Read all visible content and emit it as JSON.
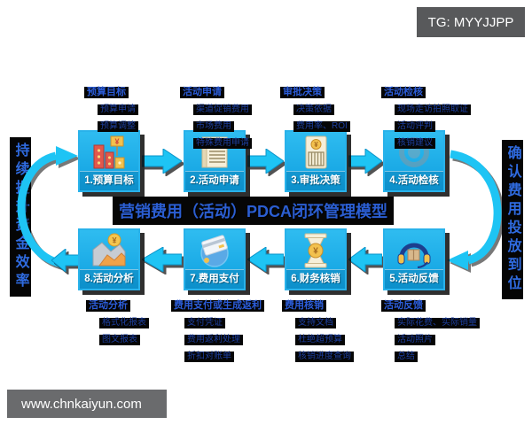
{
  "badges": {
    "tg": "TG: MYYJJPP",
    "site": "www.chnkaiyun.com"
  },
  "title": "营销费用（活动）PDCA闭环管理模型",
  "side_labels": {
    "left": "持续提升资金效率",
    "right": "确认费用投放到位"
  },
  "colors": {
    "box_fill": "#14aae6",
    "arrow": "#1ec4f4",
    "arrow_edge": "#0a93c9",
    "title_text": "#2b5ed2",
    "annotation_heading": "#2b5cd8",
    "annotation_item": "#1d3f9f",
    "side_text": "#2f6be0",
    "tg_badge_bg": "#58595b",
    "site_badge_bg": "#6a6b6d"
  },
  "steps": {
    "s1": {
      "label": "1.预算目标",
      "icon": "budget-bars-icon"
    },
    "s2": {
      "label": "2.活动申请",
      "icon": "application-document-icon"
    },
    "s3": {
      "label": "3.审批决策",
      "icon": "approval-ledger-icon"
    },
    "s4": {
      "label": "4.活动检核",
      "icon": "check-ring-icon"
    },
    "s5": {
      "label": "5.活动反馈",
      "icon": "headphones-feedback-icon"
    },
    "s6": {
      "label": "6.财务核销",
      "icon": "hourglass-finance-icon"
    },
    "s7": {
      "label": "7.费用支付",
      "icon": "credit-card-payment-icon"
    },
    "s8": {
      "label": "8.活动分析",
      "icon": "analysis-chart-icon"
    }
  },
  "top_annotations": [
    {
      "heading": "预算目标",
      "items": [
        "预算申请",
        "预算调整"
      ]
    },
    {
      "heading": "活动申请",
      "items": [
        "渠道促销费用",
        "市场费用",
        "特殊费用申请"
      ]
    },
    {
      "heading": "审批决策",
      "items": [
        "决策依据",
        "费用率、ROI"
      ]
    },
    {
      "heading": "活动检核",
      "items": [
        "现场走访拍照取证",
        "活动评判",
        "核销建议"
      ]
    }
  ],
  "bottom_annotations": [
    {
      "heading": "活动分析",
      "items": [
        "格式化报表",
        "图文报表"
      ]
    },
    {
      "heading": "费用支付或生成返利",
      "items": [
        "支付凭证",
        "费用返利处理",
        "折扣对账单"
      ]
    },
    {
      "heading": "费用核销",
      "items": [
        "支持文档",
        "杜绝超预算",
        "核销进度查询"
      ]
    },
    {
      "heading": "活动反馈",
      "items": [
        "实际花费、实际销量",
        "活动照片",
        "总结"
      ]
    }
  ],
  "icons": {
    "currency": "¥"
  }
}
